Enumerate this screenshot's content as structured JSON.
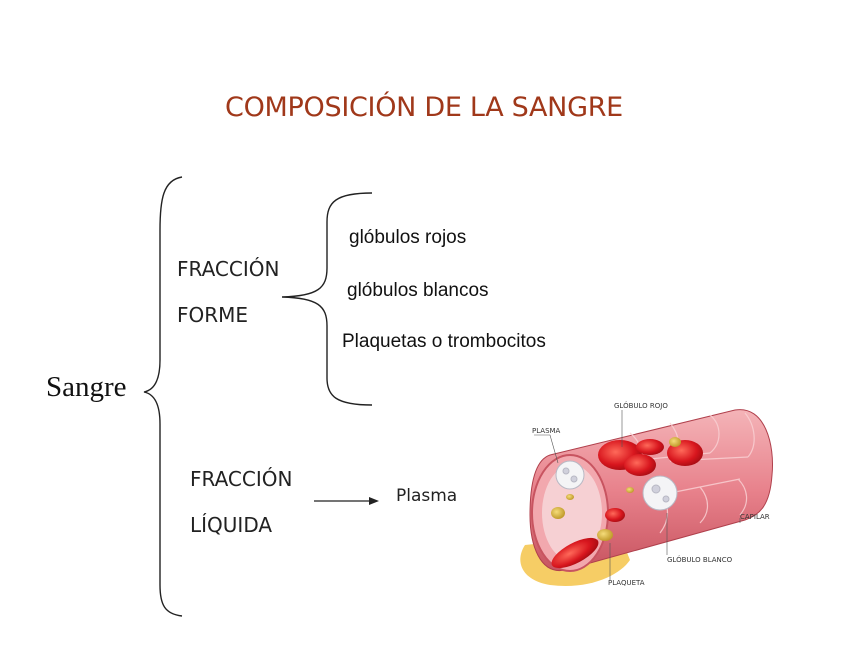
{
  "title": "COMPOSICIÓN DE LA SANGRE",
  "root": "Sangre",
  "branches": {
    "formed": {
      "line1": "FRACCIÓN",
      "line2": "FORME",
      "items": [
        "glóbulos rojos",
        "glóbulos blancos",
        "Plaquetas o trombocitos"
      ]
    },
    "liquid": {
      "line1": "FRACCIÓN",
      "line2": "LÍQUIDA",
      "item": "Plasma"
    }
  },
  "illustration": {
    "labels": {
      "red_cell": "GLÓBULO ROJO",
      "plasma": "PLASMA",
      "capillary": "CAPILAR",
      "white_cell": "GLÓBULO BLANCO",
      "platelet": "PLAQUETA"
    }
  },
  "colors": {
    "title": "#a0381a",
    "vessel": "#e8828c",
    "red_cell": "#d8161e",
    "platelet": "#d9b23c"
  }
}
